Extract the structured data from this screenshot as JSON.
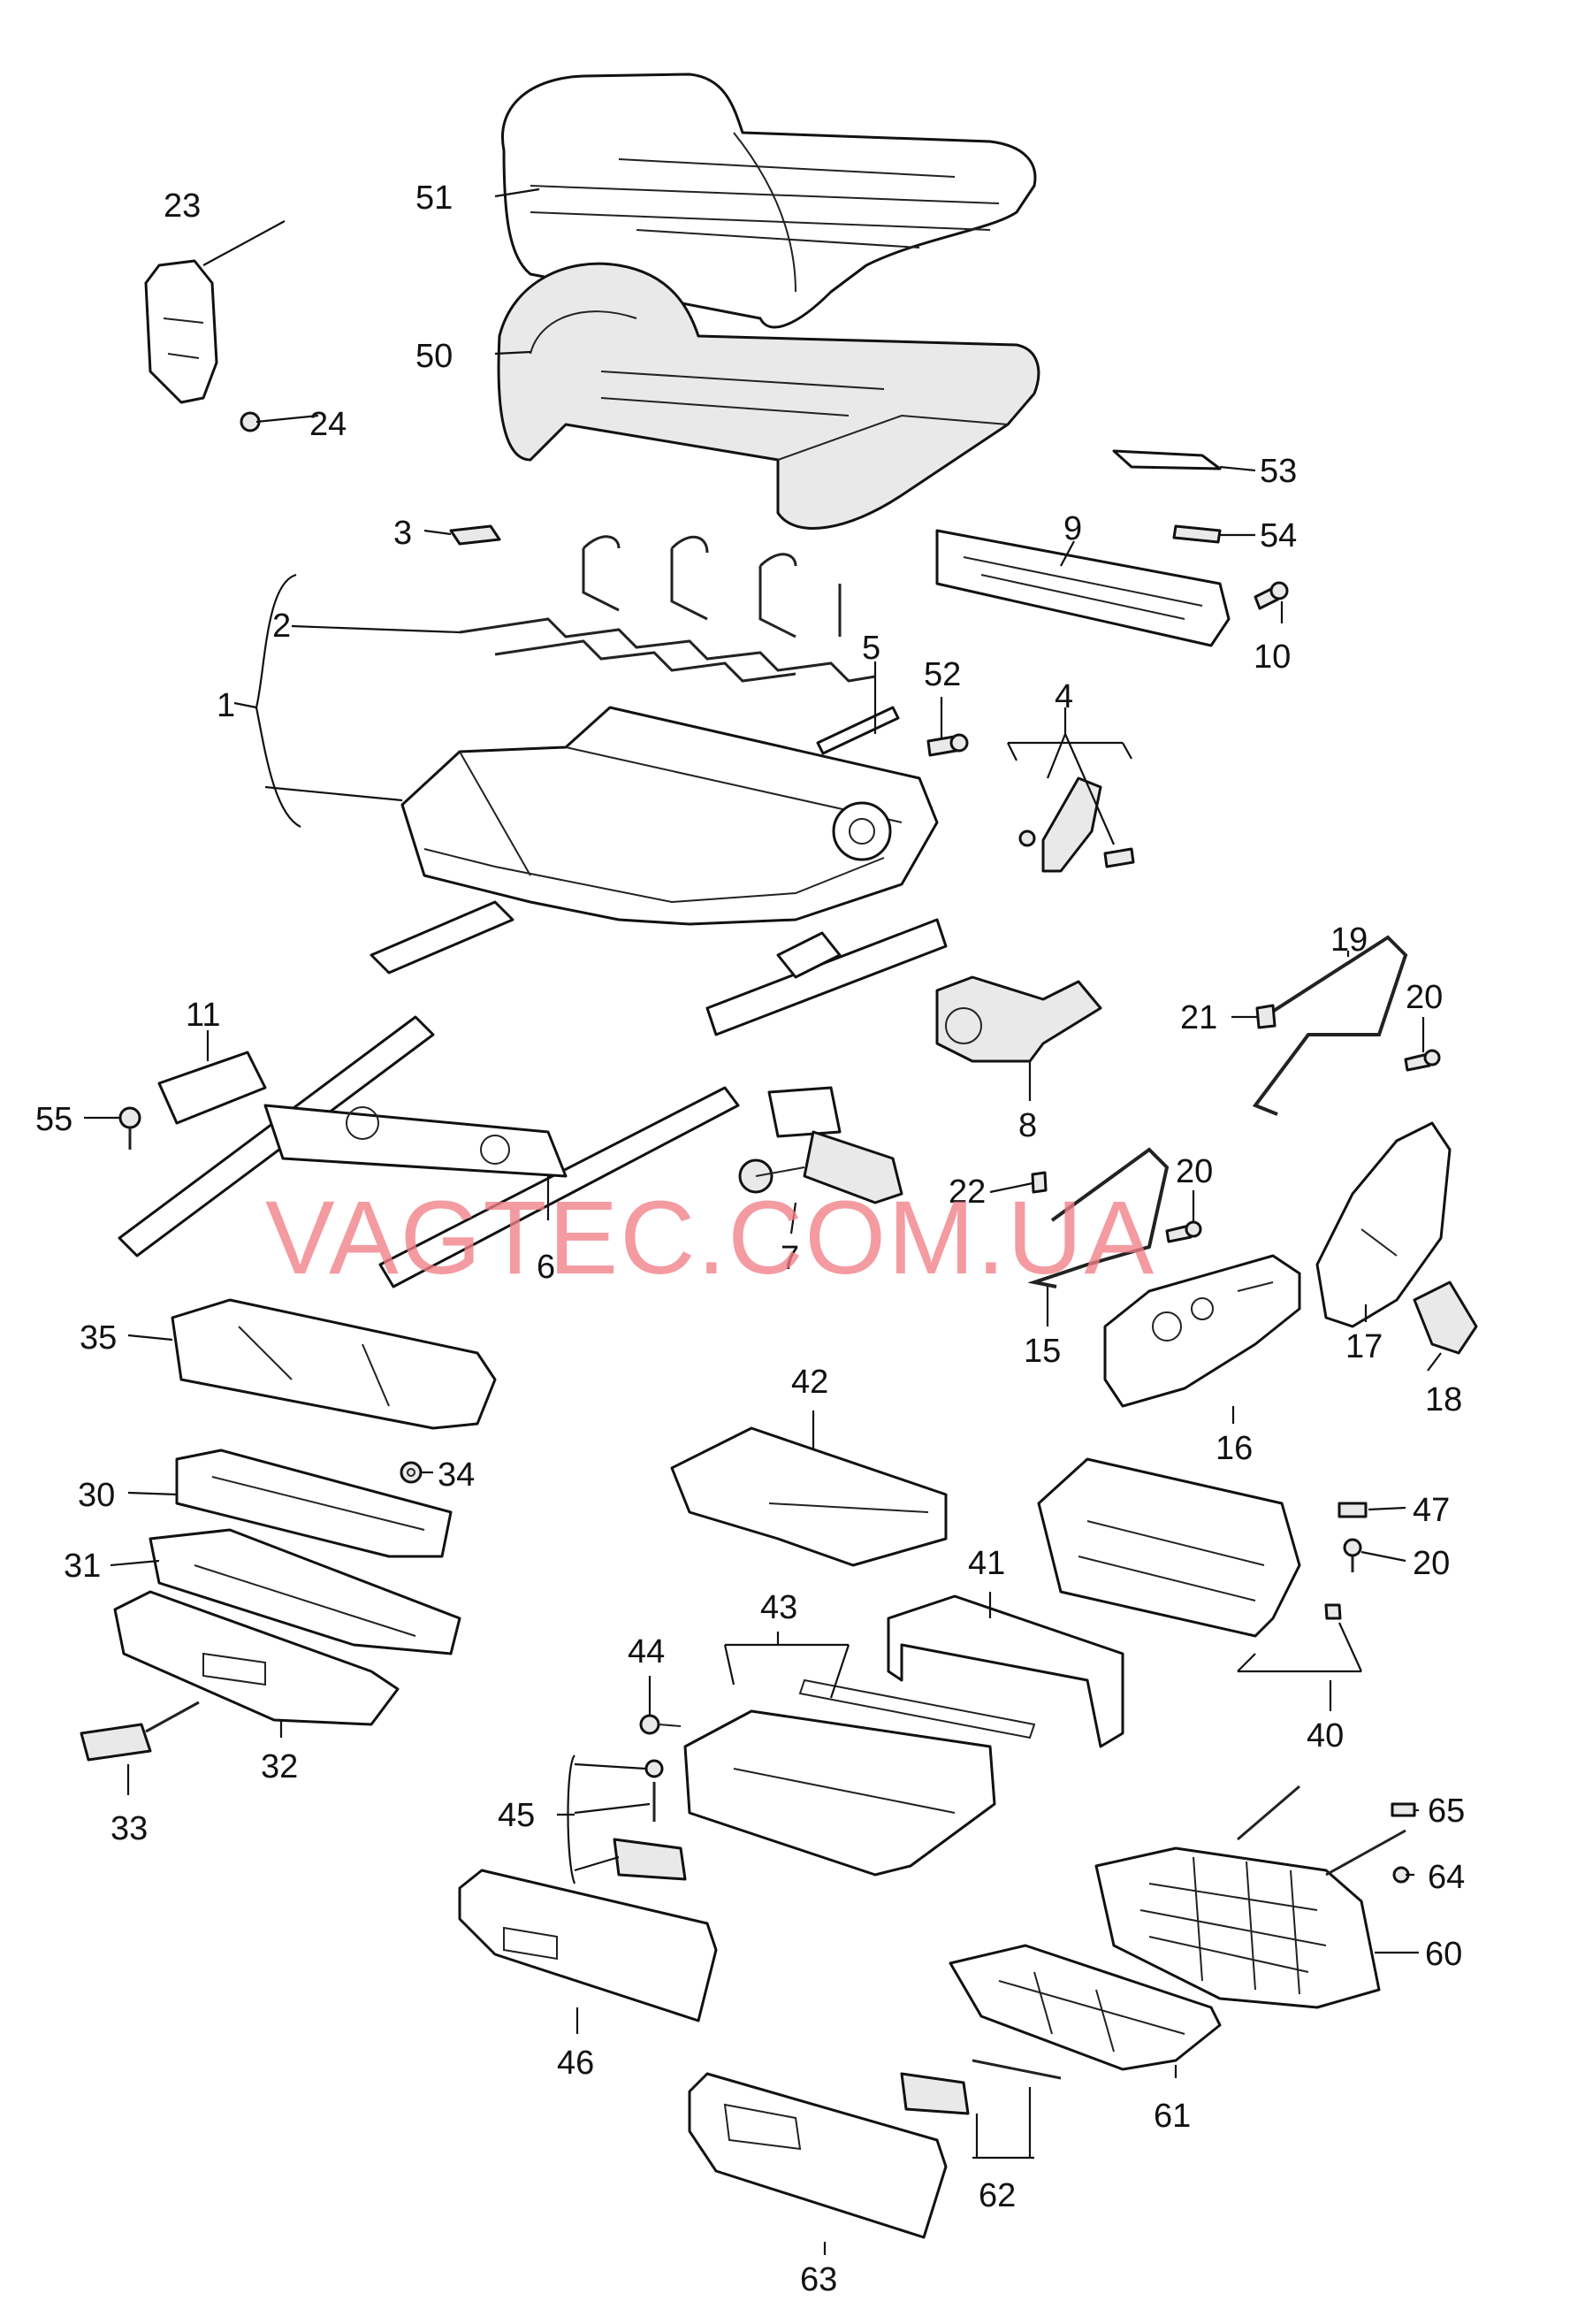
{
  "watermark": "VAGTEC.COM.UA",
  "callouts": [
    {
      "id": "c1",
      "text": "1"
    },
    {
      "id": "c2",
      "text": "2"
    },
    {
      "id": "c3",
      "text": "3"
    },
    {
      "id": "c4",
      "text": "4"
    },
    {
      "id": "c5",
      "text": "5"
    },
    {
      "id": "c6",
      "text": "6"
    },
    {
      "id": "c7",
      "text": "7"
    },
    {
      "id": "c8",
      "text": "8"
    },
    {
      "id": "c9",
      "text": "9"
    },
    {
      "id": "c10",
      "text": "10"
    },
    {
      "id": "c11",
      "text": "11"
    },
    {
      "id": "c15",
      "text": "15"
    },
    {
      "id": "c16",
      "text": "16"
    },
    {
      "id": "c17",
      "text": "17"
    },
    {
      "id": "c18",
      "text": "18"
    },
    {
      "id": "c19",
      "text": "19"
    },
    {
      "id": "c20a",
      "text": "20"
    },
    {
      "id": "c20b",
      "text": "20"
    },
    {
      "id": "c20c",
      "text": "20"
    },
    {
      "id": "c21",
      "text": "21"
    },
    {
      "id": "c22",
      "text": "22"
    },
    {
      "id": "c23",
      "text": "23"
    },
    {
      "id": "c24",
      "text": "24"
    },
    {
      "id": "c30",
      "text": "30"
    },
    {
      "id": "c31",
      "text": "31"
    },
    {
      "id": "c32",
      "text": "32"
    },
    {
      "id": "c33",
      "text": "33"
    },
    {
      "id": "c34",
      "text": "34"
    },
    {
      "id": "c35",
      "text": "35"
    },
    {
      "id": "c40",
      "text": "40"
    },
    {
      "id": "c41",
      "text": "41"
    },
    {
      "id": "c42",
      "text": "42"
    },
    {
      "id": "c43",
      "text": "43"
    },
    {
      "id": "c44",
      "text": "44"
    },
    {
      "id": "c45",
      "text": "45"
    },
    {
      "id": "c46",
      "text": "46"
    },
    {
      "id": "c47",
      "text": "47"
    },
    {
      "id": "c50",
      "text": "50"
    },
    {
      "id": "c51",
      "text": "51"
    },
    {
      "id": "c52",
      "text": "52"
    },
    {
      "id": "c53",
      "text": "53"
    },
    {
      "id": "c54",
      "text": "54"
    },
    {
      "id": "c55",
      "text": "55"
    },
    {
      "id": "c60",
      "text": "60"
    },
    {
      "id": "c61",
      "text": "61"
    },
    {
      "id": "c62",
      "text": "62"
    },
    {
      "id": "c63",
      "text": "63"
    },
    {
      "id": "c64",
      "text": "64"
    },
    {
      "id": "c65",
      "text": "65"
    }
  ]
}
